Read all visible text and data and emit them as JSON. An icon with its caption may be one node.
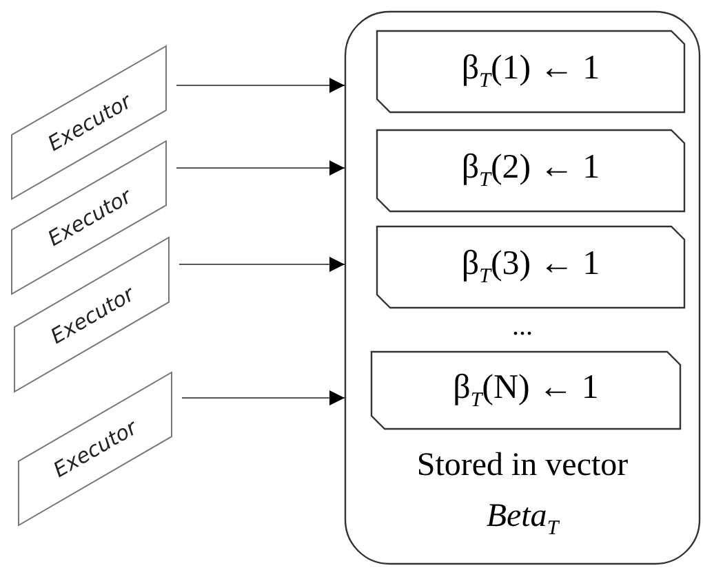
{
  "diagram": {
    "nodes": [
      {
        "text": [
          "Executor"
        ]
      },
      {
        "text": [
          "Executor"
        ]
      },
      {
        "text": [
          "Executor"
        ]
      },
      {
        "text": [
          "Executor"
        ]
      },
      {
        "text": [
          "Stored in vector",
          "Beta$_{T}$"
        ]
      },
      {
        "text": [
          "β$_{T}$(1) ← 1"
        ],
        "in": 4
      },
      {
        "text": [
          "β$_{T}$(2) ← 1"
        ],
        "in": 4
      },
      {
        "text": [
          "β$_{T}$(3) ← 1"
        ],
        "in": 4
      },
      {
        "text": [
          "β$_{T}$(N) ← 1"
        ],
        "in": 4
      }
    ],
    "edges": [
      {
        "from": 0,
        "to": 4,
        "arrow": "to"
      },
      {
        "from": 1,
        "to": 4,
        "arrow": "to"
      },
      {
        "from": 2,
        "to": 4,
        "arrow": "to"
      },
      {
        "from": 3,
        "to": 4,
        "arrow": "to"
      }
    ],
    "labels": [
      "..."
    ]
  }
}
